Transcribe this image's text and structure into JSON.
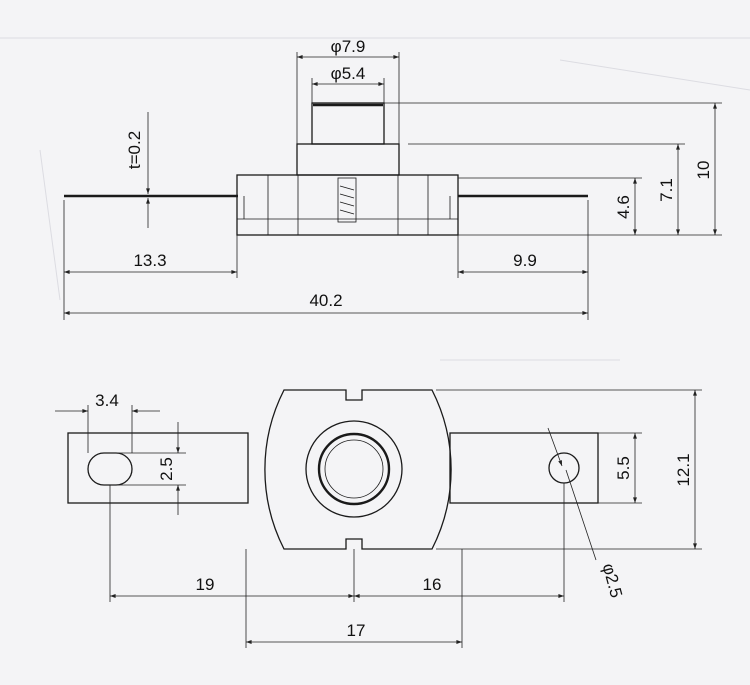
{
  "colors": {
    "background": "#f4f4f6",
    "line": "#1a1a1a"
  },
  "side_view": {
    "dims": {
      "d_outer": "φ7.9",
      "d_inner": "φ5.4",
      "thickness": "t=0.2",
      "height_total": "10",
      "height_mid": "7.1",
      "height_body": "4.6",
      "left_tab": "13.3",
      "right_tab": "9.9",
      "overall": "40.2"
    }
  },
  "top_view": {
    "dims": {
      "slot_len": "3.4",
      "slot_w": "2.5",
      "tab_w": "5.5",
      "body_h": "12.1",
      "left_pitch": "19",
      "right_pitch": "16",
      "body_w": "17",
      "hole": "φ2.5"
    }
  }
}
